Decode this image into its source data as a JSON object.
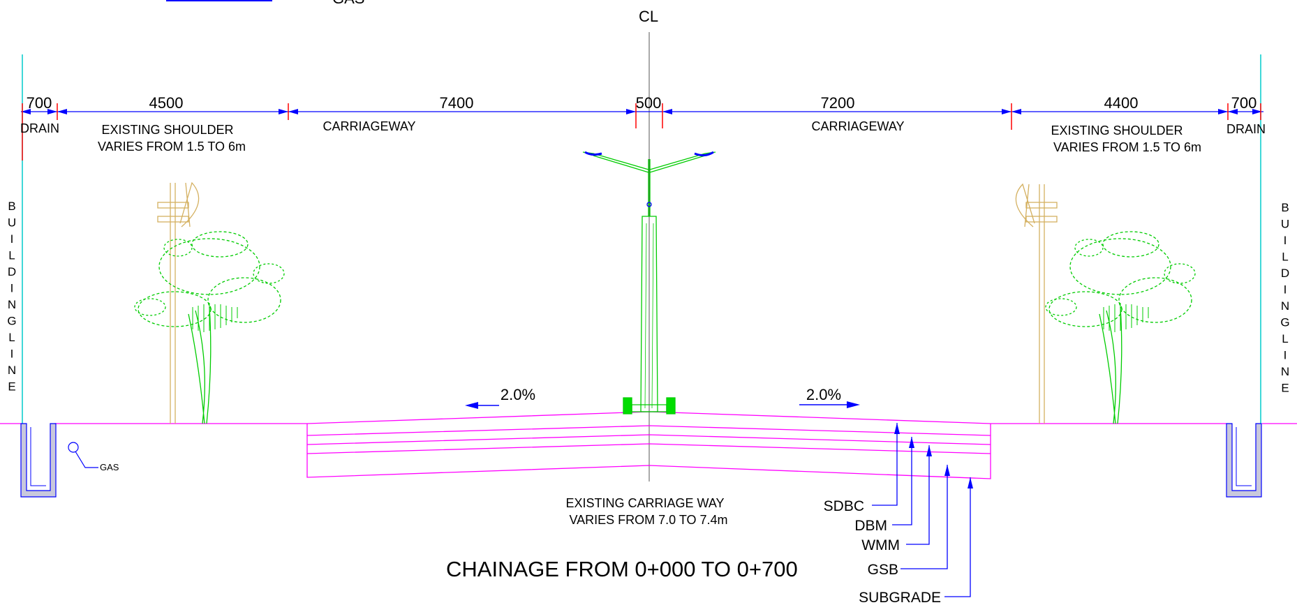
{
  "top_cut_text": "GAS",
  "centerline_label": "CL",
  "dimensions": [
    "700",
    "4500",
    "7400",
    "500",
    "7200",
    "4400",
    "700"
  ],
  "labels": {
    "drain_left": "DRAIN",
    "drain_right": "DRAIN",
    "shoulder_left_1": "EXISTING SHOULDER",
    "shoulder_left_2": "VARIES FROM 1.5 TO 6m",
    "shoulder_right_1": "EXISTING SHOULDER",
    "shoulder_right_2": "VARIES FROM 1.5 TO 6m",
    "carriageway_left": "CARRIAGEWAY",
    "carriageway_right": "CARRIAGEWAY",
    "gas": "GAS",
    "existing_cw_1": "EXISTING CARRIAGE WAY",
    "existing_cw_2": "VARIES FROM 7.0  TO 7.4m"
  },
  "building_line_letters": [
    "B",
    "U",
    "I",
    "L",
    "D",
    "I",
    "N",
    "G",
    "L",
    "I",
    "N",
    "E"
  ],
  "slopes": {
    "left": "2.0%",
    "right": "2.0%"
  },
  "layers": [
    "SDBC",
    "DBM",
    "WMM",
    "GSB",
    "SUBGRADE"
  ],
  "title": "CHAINAGE FROM 0+000 TO 0+700",
  "colors": {
    "dimension": "#0000ff",
    "pavement": "#ff00ff",
    "vegetation": "#00cc00",
    "pole": "#d4b060",
    "building_line": "#00cccc",
    "tick": "#ff0000",
    "drain_fill": "#c8c8dc"
  }
}
